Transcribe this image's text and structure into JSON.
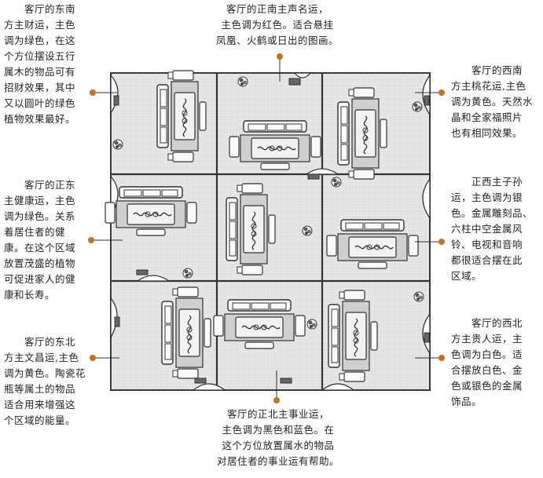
{
  "notes": {
    "southeast": "　　客厅的东南\n方主财运，主色\n调为绿色，在这\n个方位摆设五行\n属木的物品可有\n招财效果，其中\n又以圆叶的绿色\n植物效果最好。",
    "south": "客厅的正南主声名运，\n主色调为红色。适合悬挂\n凤凰、火鹤或日出的图画。",
    "southwest": "　　客厅的西南\n方主桃花运,主色\n调为黄色。天然水\n晶和全家福照片\n也有相同效果。",
    "east": "　　客厅的正东\n主健康运，主色\n调为绿色。关系\n着居住者的健\n康。在这个区域\n放置茂盛的植物\n可促进家人的健\n康和长寿。",
    "west": "　　正西主子孙\n运，主色调为银\n色。金属雕刻品、\n六柱中空金属风\n铃、电视和音响\n都很适合摆在此\n区域。",
    "northeast": "　　客厅的东北\n方主文昌运,主色\n调为黄色。陶瓷花\n瓶等属土的物品\n适合用来增强这\n个区域的能量。",
    "northwest": "　　客厅的西北\n方主贵人运，主\n色调为白色。适\n合摆放白色、金\n色或银色的金属\n饰品。",
    "north": "客厅的正北主事业运，\n主色调为黑色和蓝色。在\n这个方位放置属水的物品\n对居住者的事业运有帮助。"
  },
  "colors": {
    "accent": "#c8701a",
    "room_fill": "#e6e6e6",
    "line": "#333333"
  },
  "grid": {
    "rows": 3,
    "cols": 3
  }
}
